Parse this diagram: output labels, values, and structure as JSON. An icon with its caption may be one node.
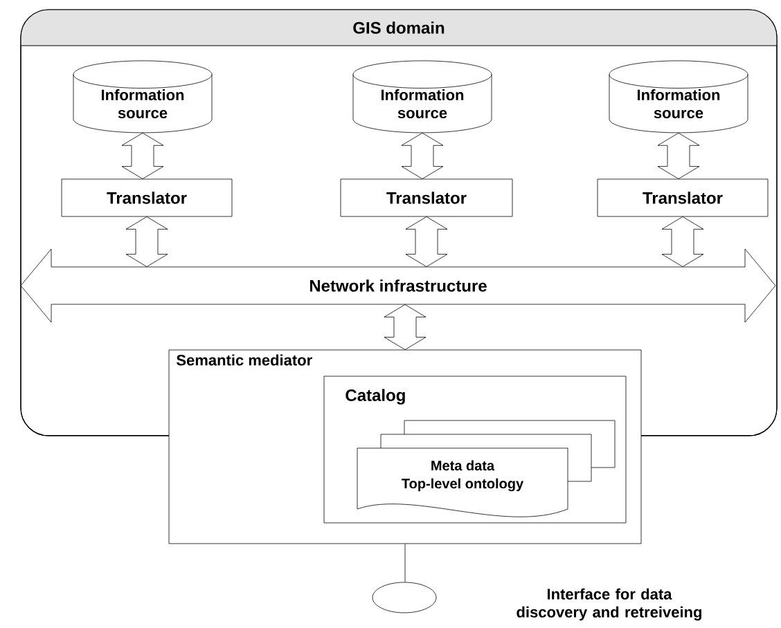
{
  "diagram": {
    "nodes": [
      {
        "text": [
          "GIS domain"
        ]
      },
      {
        "text": [
          "Information source"
        ],
        "in": 0
      },
      {
        "text": [
          "Information source"
        ],
        "in": 0
      },
      {
        "text": [
          "Information source"
        ],
        "in": 0
      },
      {
        "text": [
          "Translator"
        ],
        "in": 0
      },
      {
        "text": [
          "Translator"
        ],
        "in": 0
      },
      {
        "text": [
          "Translator"
        ],
        "in": 0
      },
      {
        "text": [
          "Network infrastructure"
        ],
        "in": 0
      },
      {
        "text": [
          "Semantic mediator"
        ]
      },
      {
        "text": [
          "Catalog"
        ],
        "in": 8
      },
      {
        "text": [
          "Meta data",
          "Top-level ontology"
        ],
        "in": 9
      },
      {
        "text": [],
        "shape": "circle"
      }
    ],
    "labels": [
      "Interface for data discovery and retreiveing"
    ],
    "edges": [
      {
        "from": 1,
        "to": 4,
        "arrow": "both"
      },
      {
        "from": 2,
        "to": 5,
        "arrow": "both"
      },
      {
        "from": 3,
        "to": 6,
        "arrow": "both"
      },
      {
        "from": 4,
        "to": 7,
        "arrow": "both"
      },
      {
        "from": 5,
        "to": 7,
        "arrow": "both"
      },
      {
        "from": 6,
        "to": 7,
        "arrow": "both"
      },
      {
        "from": 7,
        "to": 8,
        "arrow": "both"
      },
      {
        "from": 8,
        "to": 11,
        "arrow": "none"
      }
    ]
  }
}
